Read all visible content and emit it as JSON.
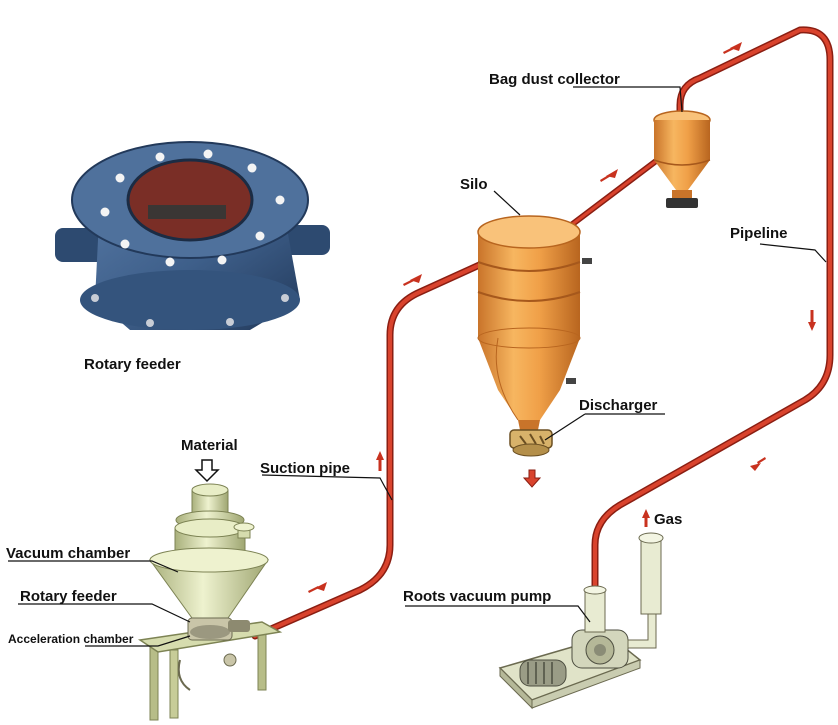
{
  "labels": {
    "rotary_feeder_photo": "Rotary feeder",
    "material": "Material",
    "suction_pipe": "Suction pipe",
    "vacuum_chamber": "Vacuum chamber",
    "rotary_feeder": "Rotary feeder",
    "acceleration_chamber": "Acceleration chamber",
    "silo": "Silo",
    "bag_dust_collector": "Bag dust collector",
    "pipeline": "Pipeline",
    "discharger": "Discharger",
    "gas": "Gas",
    "roots_vacuum_pump": "Roots vacuum pump"
  },
  "colors": {
    "pipe": "#c8321f",
    "pipe_outline": "#8a1e12",
    "silo_body": "#f0a048",
    "silo_shade": "#c9742a",
    "equipment": "#d6dcae",
    "equipment_shade": "#a9b07c",
    "feeder_blue": "#3e5f8a",
    "feeder_dark": "#2a4466",
    "flow_arrow": "#c8321f"
  }
}
